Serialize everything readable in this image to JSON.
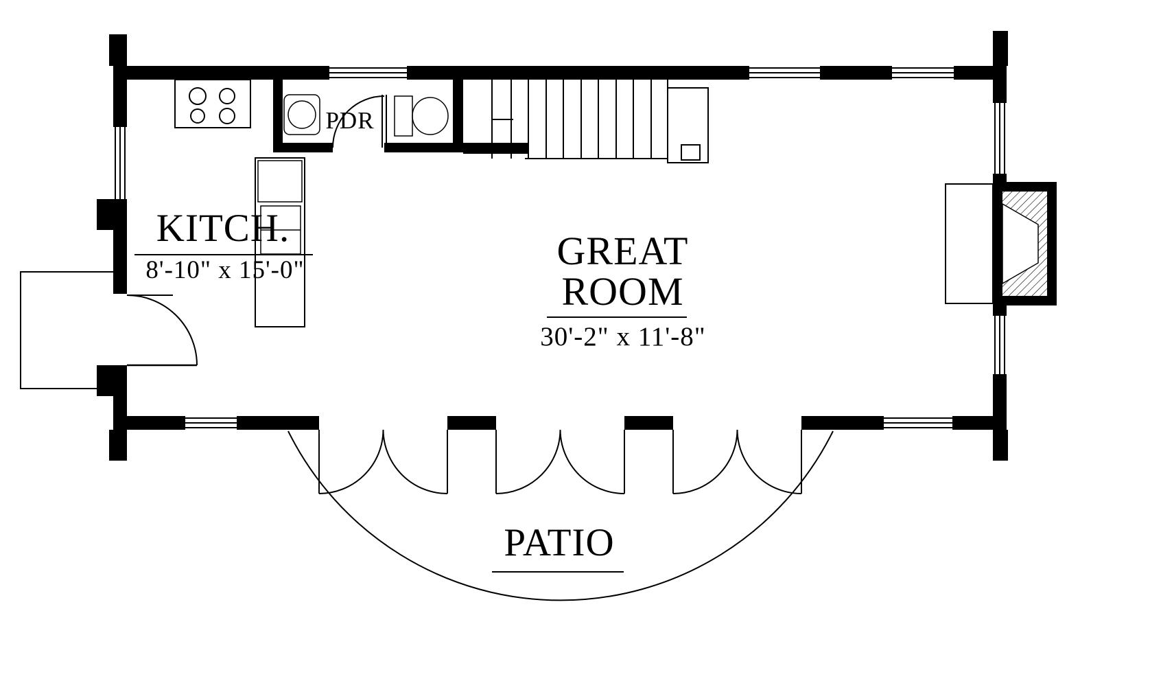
{
  "document": {
    "type": "architectural floor plan"
  },
  "labels": {
    "kitchen": {
      "name": "KITCH.",
      "dims": "8'-10\" x 15'-0\""
    },
    "powder_room": {
      "name": "PDR"
    },
    "great_room": {
      "name_line1": "GREAT",
      "name_line2": "ROOM",
      "dims": "30'-2\" x 11'-8\""
    },
    "patio": {
      "name": "PATIO"
    }
  },
  "colors": {
    "ink": "#000000",
    "paper": "#ffffff"
  }
}
